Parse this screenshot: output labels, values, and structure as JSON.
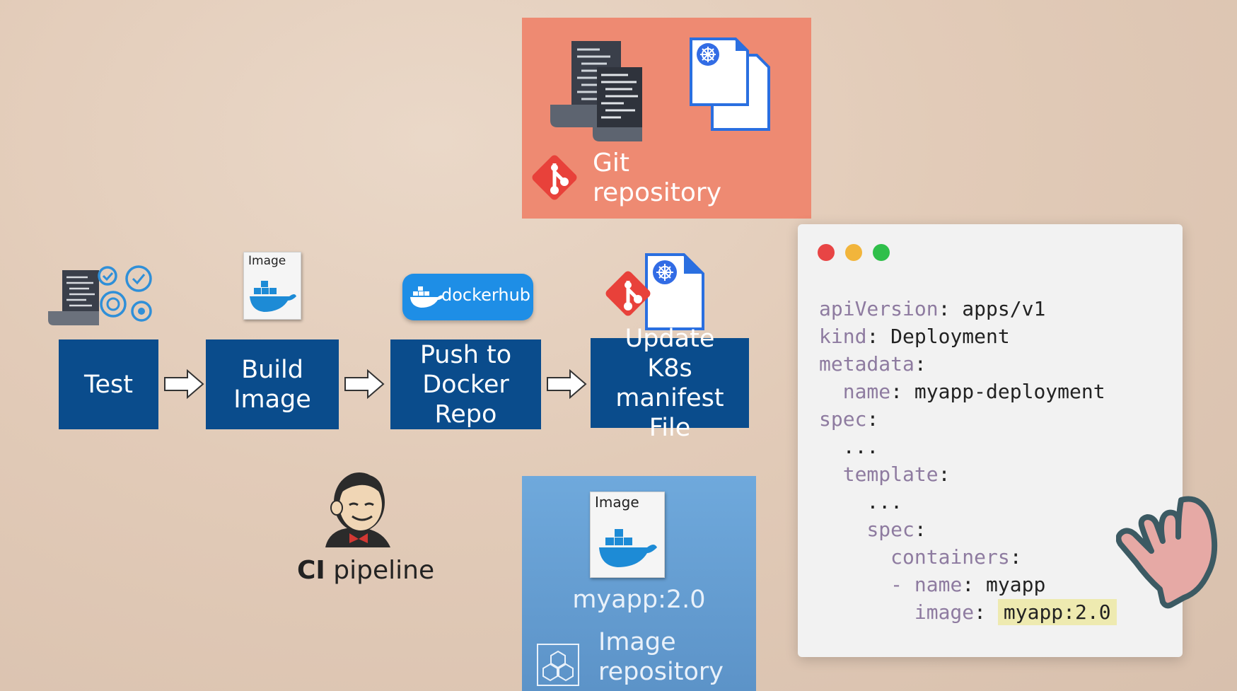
{
  "git_repository": {
    "label_line1": "Git",
    "label_line2": "repository"
  },
  "pipeline": {
    "steps": [
      {
        "line1": "Test",
        "line2": "",
        "line3": ""
      },
      {
        "line1": "Build",
        "line2": "Image",
        "line3": ""
      },
      {
        "line1": "Push to",
        "line2": "Docker Repo",
        "line3": ""
      },
      {
        "line1": "Update",
        "line2": "K8s manifest",
        "line3": "File"
      }
    ],
    "build_image_tile_label": "Image",
    "dockerhub_label": "dockerhub",
    "ci_label_bold": "CI",
    "ci_label_rest": " pipeline"
  },
  "image_repository": {
    "tile_label": "Image",
    "tag": "myapp:2.0",
    "label_line1": "Image",
    "label_line2": "repository"
  },
  "editor": {
    "window_dots": [
      "#e84545",
      "#f2b53b",
      "#2fbf4a"
    ],
    "lines": [
      {
        "indent": "",
        "key": "apiVersion",
        "sep": ": ",
        "value": "apps/v1"
      },
      {
        "indent": "",
        "key": "kind",
        "sep": ": ",
        "value": "Deployment"
      },
      {
        "indent": "",
        "key": "metadata",
        "sep": ":",
        "value": ""
      },
      {
        "indent": "  ",
        "key": "name",
        "sep": ": ",
        "value": "myapp-deployment"
      },
      {
        "indent": "",
        "key": "spec",
        "sep": ":",
        "value": ""
      },
      {
        "indent": "  ",
        "key": "",
        "sep": "",
        "value": "..."
      },
      {
        "indent": "  ",
        "key": "template",
        "sep": ":",
        "value": ""
      },
      {
        "indent": "    ",
        "key": "",
        "sep": "",
        "value": "..."
      },
      {
        "indent": "    ",
        "key": "spec",
        "sep": ":",
        "value": ""
      },
      {
        "indent": "      ",
        "key": "containers",
        "sep": ":",
        "value": ""
      },
      {
        "indent": "      ",
        "key": "- name",
        "sep": ": ",
        "value": "myapp"
      },
      {
        "indent": "        ",
        "key": "image",
        "sep": ": ",
        "value": "myapp:2.0"
      }
    ]
  },
  "colors": {
    "git_panel": "#ee8a72",
    "step_box": "#0a4c8c",
    "image_repo_panel": "#6fa9dc",
    "yaml_key": "#8e7ba0",
    "highlight": "#eeeab0"
  }
}
